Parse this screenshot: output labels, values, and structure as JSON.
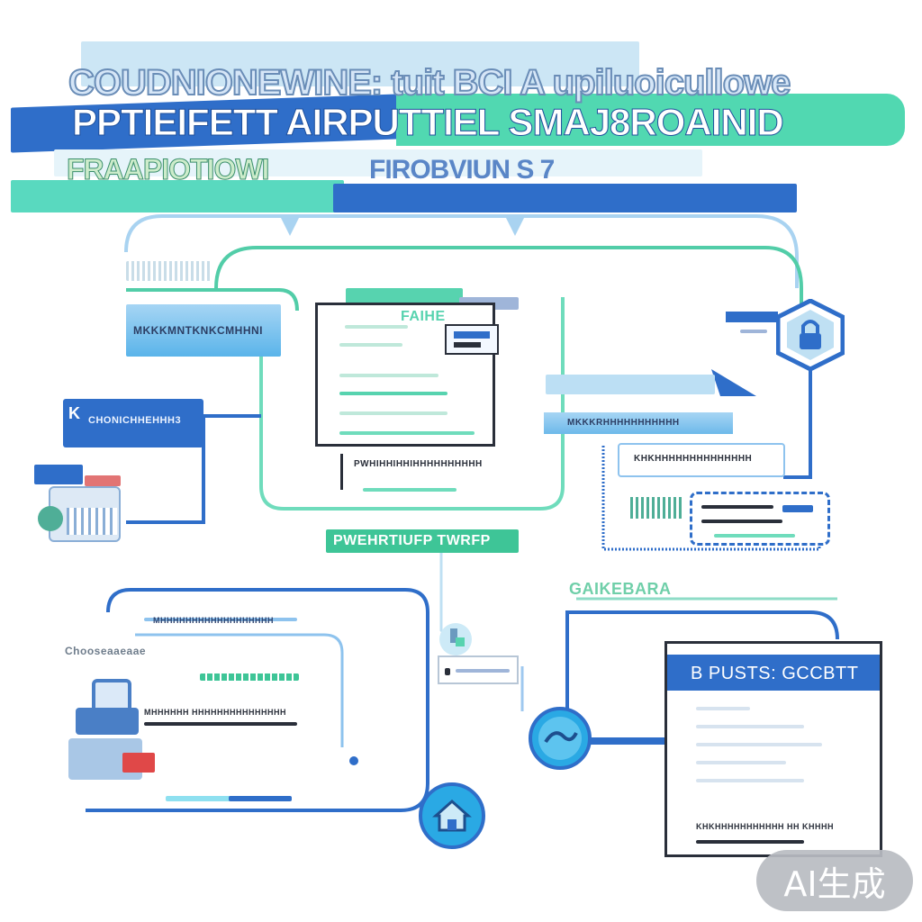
{
  "title": {
    "line1": "COUDNIONEWINE: tuit BCI A upiluoicullowe",
    "line2": "PPTIEIFETT AIRPUTTIEL SMAJ8ROAINID",
    "line3_left": "FRAAPIOTIOWI",
    "line3_right": "FIROBVIUN S 7"
  },
  "left_panel": {
    "header": "MKKKMNTKNKCMHHNI",
    "badge_letter": "K",
    "badge_text": "CHONICHHEHHH3"
  },
  "center_card": {
    "header": "FAIHE",
    "caption": "PWHIHHIHHIHHHHHHHHHH"
  },
  "center_label": "PWEHRTIUFP TWRFP",
  "right_panel": {
    "header": "MKKKRHHHHHHHHHHH",
    "line": "KHKHHHHHHHHHHHHHH"
  },
  "bottom_left": {
    "label": "Chooseaaeaae",
    "title": "MHHHHHHHHHHHHHHHHHH",
    "row1": "MHHHHHH HHHHHHHHHHHHHHH"
  },
  "bottom_right": {
    "tag": "GAIKEBARA",
    "card_title": "B PUSTS: GCCBTT",
    "caption": "KHKHHHHHHHHHHH HH KHHHH"
  },
  "watermark": "AI生成",
  "icons": {
    "lock": "lock-icon",
    "home": "home-icon",
    "person": "person-icon",
    "cloud": "cloud-icon"
  },
  "colors": {
    "blue": "#2f6ec9",
    "teal": "#4fd1a5",
    "light_blue": "#9fc8ef",
    "card_border": "#2a2f3a"
  }
}
